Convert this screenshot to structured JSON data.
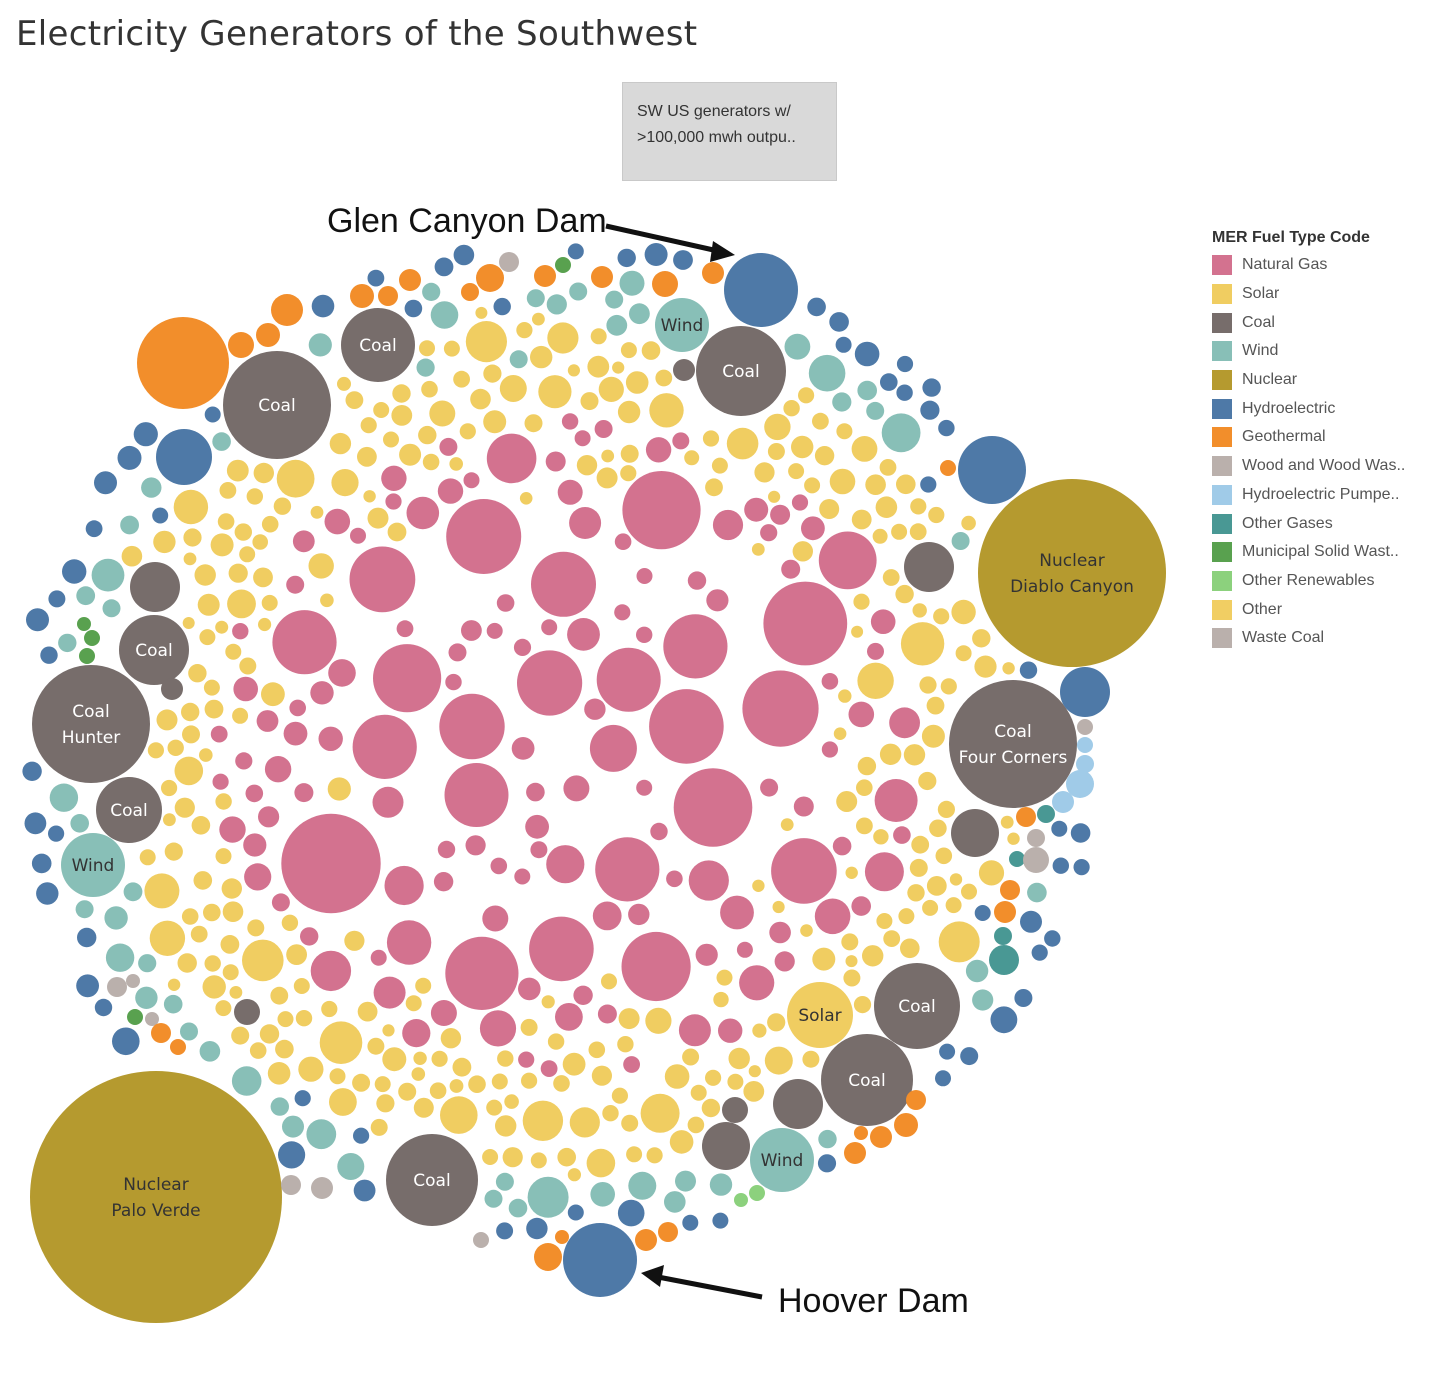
{
  "title": "Electricity Generators of the Southwest",
  "note": {
    "line1": "SW US generators w/",
    "line2": ">100,000 mwh outpu.."
  },
  "legend": {
    "title": "MER Fuel Type Code",
    "items": [
      {
        "label": "Natural Gas",
        "color": "#d3728f"
      },
      {
        "label": "Solar",
        "color": "#f0cd61"
      },
      {
        "label": "Coal",
        "color": "#776d6b"
      },
      {
        "label": "Wind",
        "color": "#88bfb7"
      },
      {
        "label": "Nuclear",
        "color": "#b59a2f"
      },
      {
        "label": "Hydroelectric",
        "color": "#4e79a7"
      },
      {
        "label": "Geothermal",
        "color": "#f28e2b"
      },
      {
        "label": "Wood and Wood Was..",
        "color": "#bab0ac"
      },
      {
        "label": "Hydroelectric Pumpe..",
        "color": "#a0cbe8"
      },
      {
        "label": "Other Gases",
        "color": "#499894"
      },
      {
        "label": "Municipal Solid Wast..",
        "color": "#59a14f"
      },
      {
        "label": "Other Renewables",
        "color": "#8cd17d"
      },
      {
        "label": "Other",
        "color": "#f1ce63"
      },
      {
        "label": "Waste Coal",
        "color": "#bab0ac"
      }
    ]
  },
  "annotations": {
    "glen_canyon": "Glen Canyon Dam",
    "hoover": "Hoover Dam"
  },
  "chart_data": {
    "type": "packed-bubble",
    "title": "Electricity Generators of the Southwest",
    "legend_title": "MER Fuel Type Code",
    "labeled_bubbles": [
      {
        "fuel": "Nuclear",
        "lines": [
          "Nuclear",
          "Palo Verde"
        ]
      },
      {
        "fuel": "Nuclear",
        "lines": [
          "Nuclear",
          "Diablo Canyon"
        ]
      },
      {
        "fuel": "Coal",
        "lines": [
          "Coal",
          "Hunter"
        ]
      },
      {
        "fuel": "Coal",
        "lines": [
          "Coal",
          "Four Corners"
        ]
      },
      {
        "fuel": "Coal",
        "lines": [
          "Coal"
        ]
      },
      {
        "fuel": "Coal",
        "lines": [
          "Coal"
        ]
      },
      {
        "fuel": "Coal",
        "lines": [
          "Coal"
        ]
      },
      {
        "fuel": "Coal",
        "lines": [
          "Coal"
        ]
      },
      {
        "fuel": "Coal",
        "lines": [
          "Coal"
        ]
      },
      {
        "fuel": "Coal",
        "lines": [
          "Coal"
        ]
      },
      {
        "fuel": "Coal",
        "lines": [
          "Coal"
        ]
      },
      {
        "fuel": "Coal",
        "lines": [
          "Coal"
        ]
      },
      {
        "fuel": "Solar",
        "lines": [
          "Solar"
        ]
      },
      {
        "fuel": "Wind",
        "lines": [
          "Wind"
        ]
      },
      {
        "fuel": "Wind",
        "lines": [
          "Wind"
        ]
      },
      {
        "fuel": "Wind",
        "lines": [
          "Wind"
        ]
      }
    ],
    "unlabeled_counts": {
      "Natural Gas": 150,
      "Solar": 260,
      "Wind": 60,
      "Hydroelectric": 70,
      "Geothermal": 28,
      "Coal": 8,
      "Wood and Wood Was..": 9,
      "Hydroelectric Pumpe..": 4,
      "Other Gases": 4,
      "Municipal Solid Wast..": 5,
      "Other Renewables": 2
    }
  }
}
